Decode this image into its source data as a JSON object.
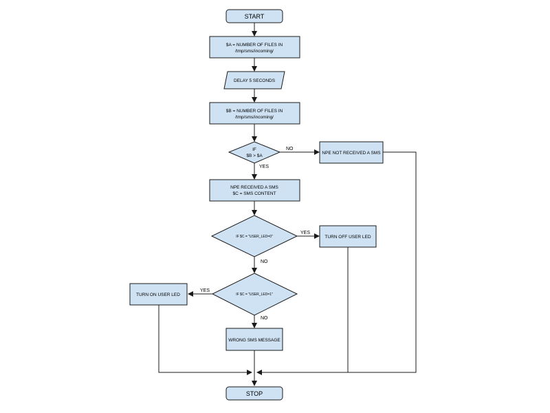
{
  "diagram": {
    "colors": {
      "node_fill": "#cfe2f3",
      "stroke": "#1a1a1a",
      "text": "#000000"
    },
    "nodes": {
      "start": "START",
      "count_a_line1": "$A = NUMBER OF FILES IN",
      "count_a_line2": "/tmp/sms/incoming/",
      "delay": "DELAY 5 SECONDS",
      "count_b_line1": "$B = NUMBER OF FILES IN",
      "count_b_line2": "/tmp/sms/incoming/",
      "check_new_line1": "IF",
      "check_new_line2": "$B > $A",
      "not_received": "NPE NOT RECEIVED A SMS",
      "received_line1": "NPE RECEIVED A SMS",
      "received_line2": "$C = SMS CONTENT",
      "check_led0": "IF $C = \"USER_LED=0\"",
      "turn_off": "TURN OFF USER LED",
      "check_led1": "IF $C = \"USER_LED=1\"",
      "turn_on": "TURN ON USER LED",
      "wrong": "WRONG SMS MESSAGE",
      "stop": "STOP"
    },
    "edge_labels": {
      "check_new_no": "NO",
      "check_new_yes": "YES",
      "led0_yes": "YES",
      "led0_no": "NO",
      "led1_yes": "YES",
      "led1_no": "NO"
    }
  }
}
